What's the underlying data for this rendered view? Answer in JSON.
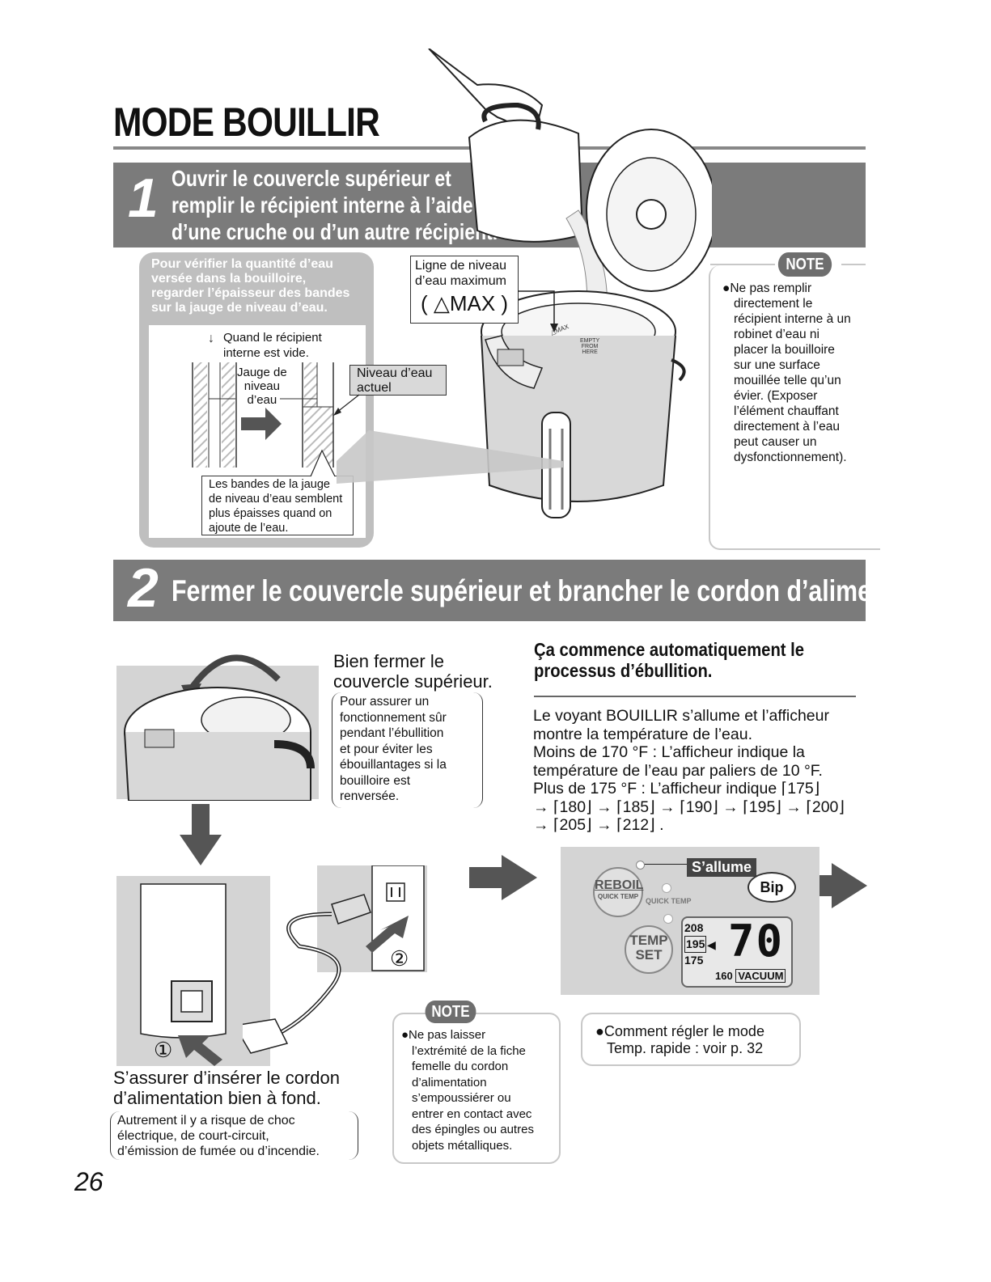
{
  "page": {
    "title": "MODE BOUILLIR",
    "page_number": "26"
  },
  "step1": {
    "number": "1",
    "heading_lines": [
      "Ouvrir le couvercle supérieur et",
      "remplir le récipient interne à l’aide",
      "d’une cruche ou d’un autre récipient."
    ],
    "panel_heading_lines": [
      "Pour vérifier la quantité d’eau",
      "versée dans la bouilloire,",
      "regarder l’épaisseur des bandes",
      "sur la jauge de niveau d’eau."
    ],
    "empty_label_lines": [
      "Quand le récipient",
      "interne est vide."
    ],
    "gauge_label_lines": [
      "Jauge de",
      "niveau",
      "d’eau"
    ],
    "current_level_lines": [
      "Niveau d’eau",
      "actuel"
    ],
    "bands_caption_lines": [
      "Les bandes de la jauge",
      "de niveau d’eau semblent",
      "plus épaisses quand on",
      "ajoute de l’eau."
    ],
    "max_line_lines": [
      "Ligne de niveau",
      "d’eau maximum"
    ],
    "max_symbol": "( △MAX )",
    "kettle_max_mark": "△MAX",
    "kettle_empty_mark_lines": [
      "EMPTY",
      "FROM",
      "HERE"
    ]
  },
  "note1": {
    "label": "NOTE",
    "text_lines": [
      "●Ne pas remplir",
      "directement le",
      "récipient interne à un",
      "robinet d’eau ni",
      "placer la bouilloire",
      "sur une surface",
      "mouillée telle qu’un",
      "évier. (Exposer",
      "l’élément chauffant",
      "directement à l’eau",
      "peut causer un",
      "dysfonctionnement)."
    ]
  },
  "step2": {
    "number": "2",
    "heading": "Fermer le couvercle supérieur et brancher le cordon d’alimentation.",
    "close_lid_lines": [
      "Bien fermer le",
      "couvercle supérieur."
    ],
    "close_lid_note_lines": [
      "Pour assurer un",
      "fonctionnement sûr",
      "pendant l’ébullition",
      "et pour éviter les",
      "ébouillantages si la",
      "bouilloire est",
      "renversée."
    ],
    "auto_heading_lines": [
      "Ça commence automatiquement le",
      "processus d’ébullition."
    ],
    "auto_text_lines": [
      "Le voyant BOUILLIR s’allume et l’afficheur",
      "montre la température de l’eau.",
      "Moins de 170 °F : L’afficheur indique la",
      "température de l’eau par paliers de 10 °F.",
      "Plus de 175 °F : L’afficheur indique  ⌈175⌋",
      "→ ⌈180⌋ → ⌈185⌋ → ⌈190⌋ → ⌈195⌋ → ⌈200⌋",
      "→ ⌈205⌋ → ⌈212⌋ ."
    ],
    "insert_cord_lines": [
      "S’assurer d’insérer le cordon",
      "d’alimentation bien à fond."
    ],
    "insert_cord_note_lines": [
      "Autrement il y a risque de choc",
      "électrique, de court-circuit,",
      "d’émission de fumée ou d’incendie."
    ],
    "callout_1": "①",
    "callout_2": "②"
  },
  "control_panel": {
    "lights_label": "S’allume",
    "beep_label": "Bip",
    "reboil_label": "REBOIL",
    "quick_temp_label": "QUICK TEMP",
    "quick_temp_indicator": "QUICK TEMP",
    "temp_set_lines": [
      "TEMP",
      "SET"
    ],
    "temp_presets": [
      "208",
      "195",
      "175"
    ],
    "selected_preset": "195",
    "display_value": "70",
    "bottom_preset": "160",
    "vacuum_label": "VACUUM"
  },
  "note2": {
    "label": "NOTE",
    "text_lines": [
      "●Ne pas laisser",
      "l’extrémité de la fiche",
      "femelle du cordon",
      "d’alimentation",
      "s’empoussiérer ou",
      "entrer en contact avec",
      "des épingles ou autres",
      "objets métalliques."
    ]
  },
  "quick_temp_ref": {
    "text_lines": [
      "●Comment régler le mode",
      "Temp. rapide : voir p. 32"
    ]
  }
}
